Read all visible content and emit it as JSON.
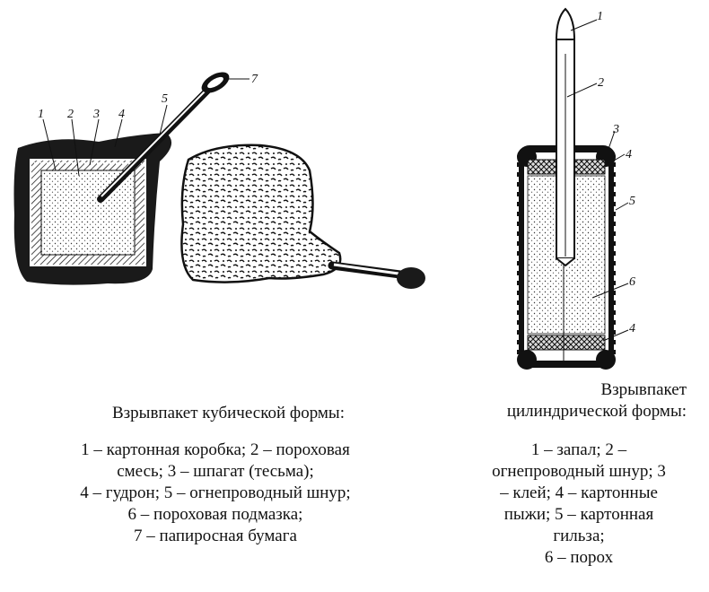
{
  "left_figure": {
    "callouts": [
      "1",
      "2",
      "3",
      "4",
      "5",
      "7"
    ],
    "caption": "Взрывпакет кубической формы:",
    "legend_lines": [
      "1 – картонная   коробка;   2 – пороховая",
      "смесь;   3 – шпагат    (тесьма);",
      "4 – гудрон;  5 – огнепроводный шнур;",
      "6 – пороховая  подмазка;",
      "7 – папиросная бумага"
    ]
  },
  "right_figure": {
    "callouts": [
      "1",
      "2",
      "3",
      "4",
      "5",
      "6",
      "4"
    ],
    "caption_lines": [
      "Взрывпакет",
      "цилиндрической формы:"
    ],
    "legend_lines": [
      "1 – запал; 2 –",
      "огнепроводный    шнур;  3",
      "– клей; 4 – картонные",
      "пыжи; 5 – картонная",
      "гильза;",
      "6 – порох"
    ]
  }
}
